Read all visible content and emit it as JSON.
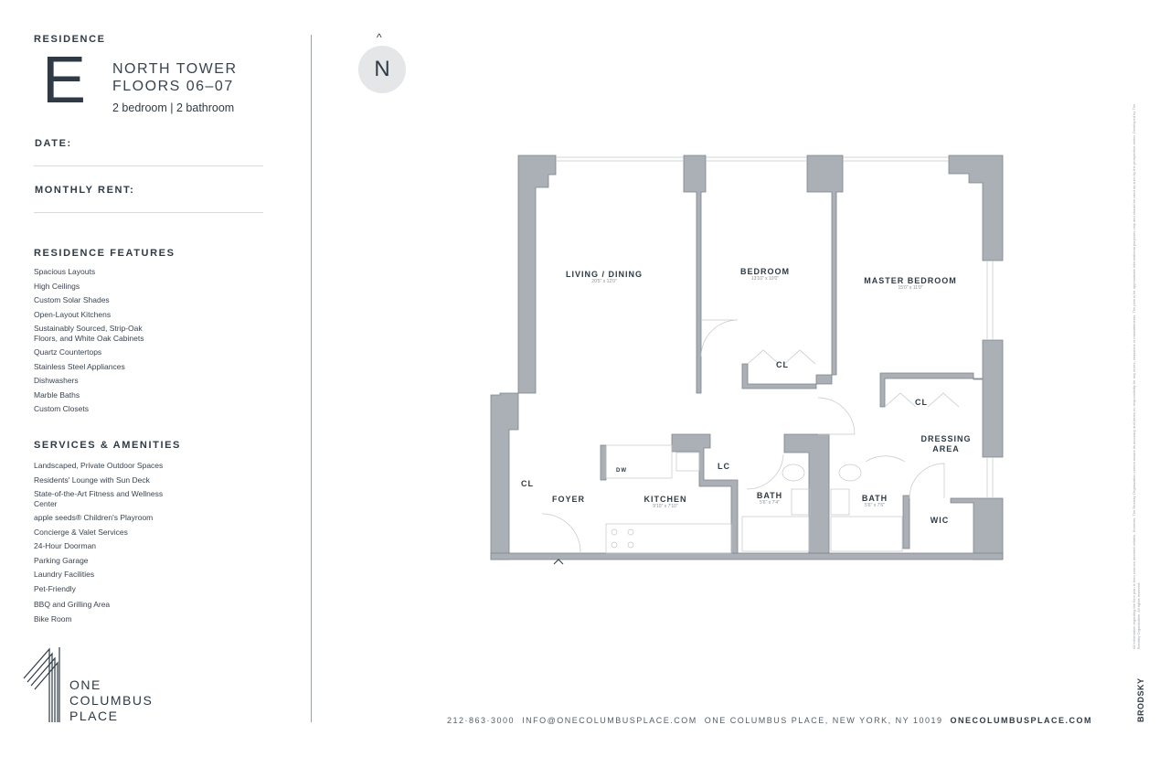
{
  "residence": {
    "label": "RESIDENCE",
    "letter": "E",
    "tower": "NORTH TOWER",
    "floors": "FLOORS 06–07",
    "bedrooms": "2 bedroom",
    "separator": "|",
    "bathrooms": "2 bathroom"
  },
  "form": {
    "date_label": "DATE:",
    "rent_label": "MONTHLY RENT:"
  },
  "features": {
    "title": "RESIDENCE FEATURES",
    "items": [
      "Spacious Layouts",
      "High Ceilings",
      "Custom Solar Shades",
      "Open-Layout Kitchens",
      "Sustainably Sourced, Strip-Oak Floors, and White Oak Cabinets",
      "Quartz Countertops",
      "Stainless Steel Appliances",
      "Dishwashers",
      "Marble Baths",
      "Custom Closets"
    ]
  },
  "amenities": {
    "title": "SERVICES & AMENITIES",
    "items": [
      "Landscaped, Private Outdoor Spaces",
      "Residents' Lounge with Sun Deck",
      "State-of-the-Art Fitness and Wellness Center",
      "apple seeds® Children's Playroom",
      "Concierge & Valet Services",
      "24-Hour Doorman",
      "Parking Garage",
      "Laundry Facilities",
      "Pet-Friendly",
      "BBQ and Grilling Area",
      "Bike Room"
    ]
  },
  "logo": {
    "line1": "ONE",
    "line2": "COLUMBUS",
    "line3": "PLACE"
  },
  "compass": {
    "label": "N"
  },
  "rooms": {
    "living": {
      "name": "LIVING / DINING",
      "dim": "20'5\" x 12'0\""
    },
    "bedroom": {
      "name": "BEDROOM",
      "dim": "13'10\" x 10'0\""
    },
    "master": {
      "name": "MASTER BEDROOM",
      "dim": "15'0\" x 11'0\""
    },
    "cl1": {
      "name": "CL"
    },
    "cl2": {
      "name": "CL"
    },
    "cl3": {
      "name": "CL"
    },
    "dressing": {
      "name": "DRESSING AREA"
    },
    "lc": {
      "name": "LC"
    },
    "dw": {
      "name": "DW"
    },
    "foyer": {
      "name": "FOYER"
    },
    "kitchen": {
      "name": "KITCHEN",
      "dim": "9'10\" x 7'10\""
    },
    "bath1": {
      "name": "BATH",
      "dim": "5'6\" x 7'4\""
    },
    "bath2": {
      "name": "BATH",
      "dim": "5'6\" x 7'6\""
    },
    "wic": {
      "name": "WIC"
    }
  },
  "footer": {
    "phone": "212·863·3000",
    "email": "INFO@ONECOLUMBUSPLACE.COM",
    "address": "ONE COLUMBUS PLACE, NEW YORK, NY 10019",
    "website": "ONECOLUMBUSPLACE.COM"
  },
  "side": {
    "brand": "BRODSKY",
    "disclaimer": "All information regarding the floor plan is from sources deemed reliable. However, The Brodsky Organization cannot assure its accuracy and bears no responsibility for any errors, omissions or misstatements. The plan is for approximate informational purposes only and should be used as such by the prospective renter. Developed by The Brodsky Organization. All rights reserved."
  }
}
